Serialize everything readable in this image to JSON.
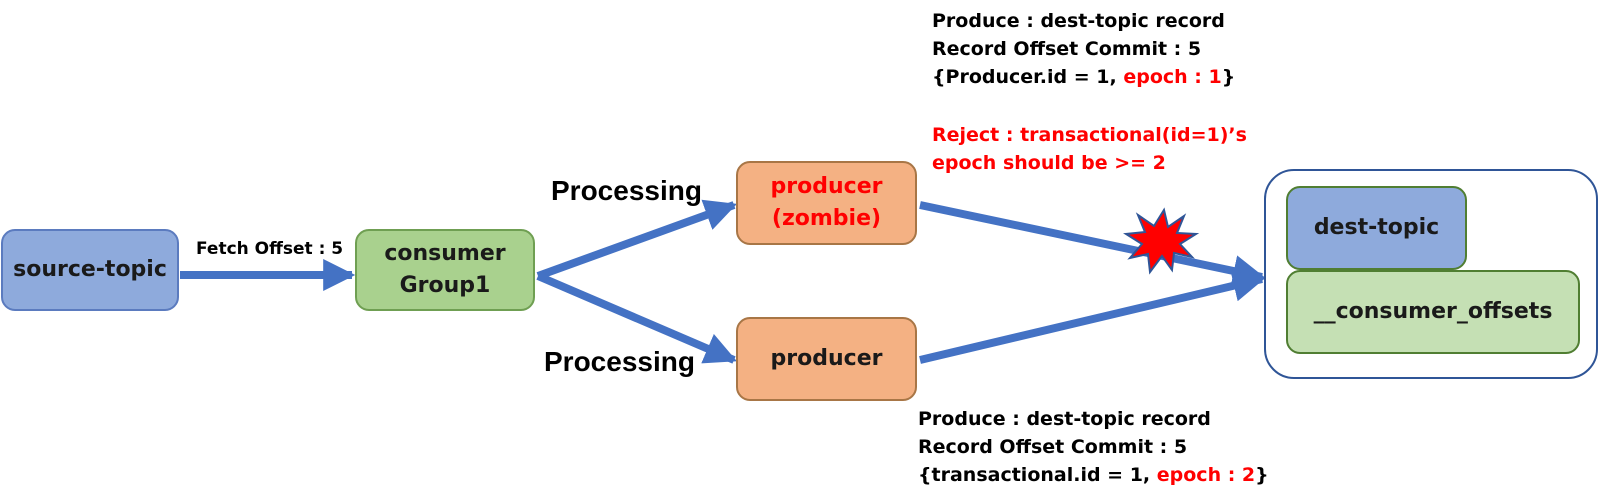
{
  "nodes": {
    "source_topic": "source-topic",
    "consumer_group": [
      "consumer",
      "Group1"
    ],
    "producer_zombie": [
      "producer",
      "(zombie)"
    ],
    "producer": "producer",
    "dest_topic": "dest-topic",
    "consumer_offsets": "__consumer_offsets"
  },
  "edge_labels": {
    "fetch_offset": "Fetch Offset : 5",
    "processing_top": "Processing",
    "processing_bottom": "Processing"
  },
  "notes": {
    "zombie": {
      "produce": "Produce : dest-topic record",
      "commit": "Record Offset Commit : 5",
      "id_prefix": "{Producer.id = 1, ",
      "epoch": "epoch : 1",
      "id_suffix": "}"
    },
    "reject": {
      "line1": "Reject : transactional(id=1)’s",
      "line2": "epoch should be >= 2"
    },
    "producer": {
      "produce": "Produce : dest-topic record",
      "commit": "Record Offset Commit : 5",
      "id_prefix": "{transactional.id = 1, ",
      "epoch": "epoch : 2",
      "id_suffix": "}"
    }
  },
  "colors": {
    "arrow": "#4472c4",
    "source_topic_fill": "#8eaadc",
    "consumer_fill": "#a9d18e",
    "producer_fill": "#f4b183",
    "offsets_fill": "#c5e0b4",
    "container_border": "#2f5597",
    "alert_red": "#ff0000",
    "burst_border": "#2f5597"
  },
  "icons": {
    "rejection_marker": "explosion-burst-icon"
  }
}
